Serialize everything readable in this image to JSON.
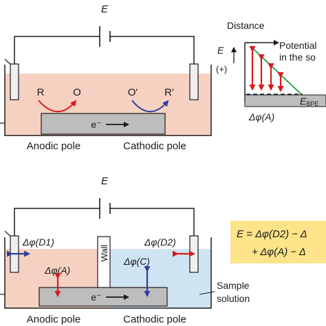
{
  "top_panel": {
    "voltage_label": "E",
    "species": {
      "r": "R",
      "o": "O",
      "o_prime": "O'",
      "r_prime": "R'"
    },
    "electron_label": "e⁻",
    "anodic_pole_label": "Anodic pole",
    "cathodic_pole_label": "Cathodic pole"
  },
  "potential_graph": {
    "distance_label": "Distance",
    "e_axis_label": "E",
    "plus_label": "(+)",
    "potential_line1": "Potential",
    "potential_line2": "in the so",
    "ebpe_main": "E",
    "ebpe_sub": "BPE",
    "delta_phi_a_label": "Δφ(A)"
  },
  "bottom_panel": {
    "voltage_label": "E",
    "d1_label": "Δφ(D1)",
    "d2_label": "Δφ(D2)",
    "a_label": "Δφ(A)",
    "c_label": "Δφ(C)",
    "wall_label": "Wall",
    "electron_label": "e⁻",
    "sample_label_line1": "Sample",
    "sample_label_line2": "solution",
    "anodic_pole_label": "Anodic pole",
    "cathodic_pole_label": "Cathodic pole"
  },
  "equation": {
    "line1": "E = Δφ(D2) − Δ",
    "line2": "+ Δφ(A) − Δ"
  },
  "colors": {
    "anodic_solution": "#f6d1c2",
    "cathodic_solution": "#cfe4f2",
    "bpe_gray": "#bdbdbd",
    "red_arrow": "#d7191c",
    "blue_arrow": "#2c3e9e",
    "green_line": "#1f9a3b",
    "equation_box": "#fde38a"
  }
}
